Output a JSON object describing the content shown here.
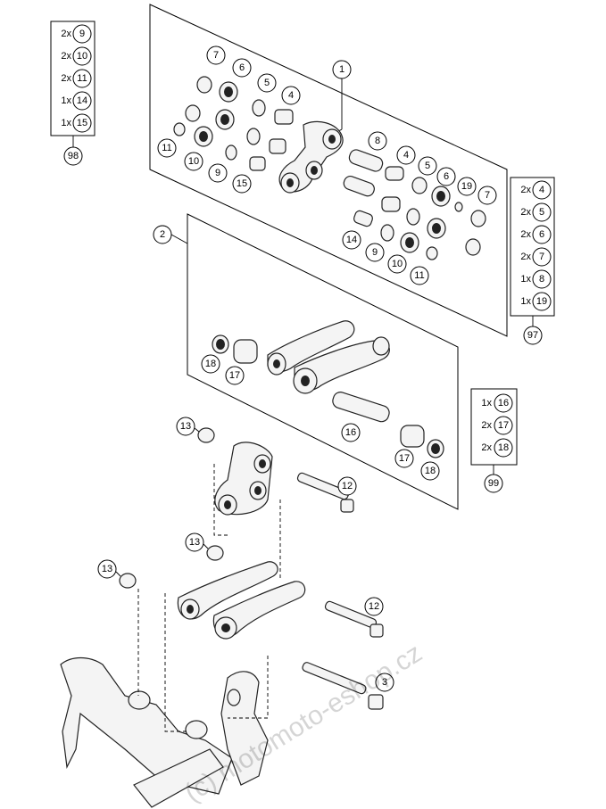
{
  "diagram": {
    "callouts": {
      "n1": "1",
      "n2": "2",
      "n3": "3",
      "n4": "4",
      "n5": "5",
      "n6": "6",
      "n7": "7",
      "n8": "8",
      "n9": "9",
      "n10": "10",
      "n11": "11",
      "n12": "12",
      "n13": "13",
      "n14": "14",
      "n15": "15",
      "n16": "16",
      "n17": "17",
      "n18": "18",
      "n19": "19"
    },
    "kits": [
      {
        "id": "98",
        "items": [
          {
            "qty": "2x",
            "part": "9"
          },
          {
            "qty": "2x",
            "part": "10"
          },
          {
            "qty": "2x",
            "part": "11"
          },
          {
            "qty": "1x",
            "part": "14"
          },
          {
            "qty": "1x",
            "part": "15"
          }
        ]
      },
      {
        "id": "97",
        "items": [
          {
            "qty": "2x",
            "part": "4"
          },
          {
            "qty": "2x",
            "part": "5"
          },
          {
            "qty": "2x",
            "part": "6"
          },
          {
            "qty": "2x",
            "part": "7"
          },
          {
            "qty": "1x",
            "part": "8"
          },
          {
            "qty": "1x",
            "part": "19"
          }
        ]
      },
      {
        "id": "99",
        "items": [
          {
            "qty": "1x",
            "part": "16"
          },
          {
            "qty": "2x",
            "part": "17"
          },
          {
            "qty": "2x",
            "part": "18"
          }
        ]
      }
    ],
    "watermark": "(c) motomoto-eshop.cz"
  }
}
